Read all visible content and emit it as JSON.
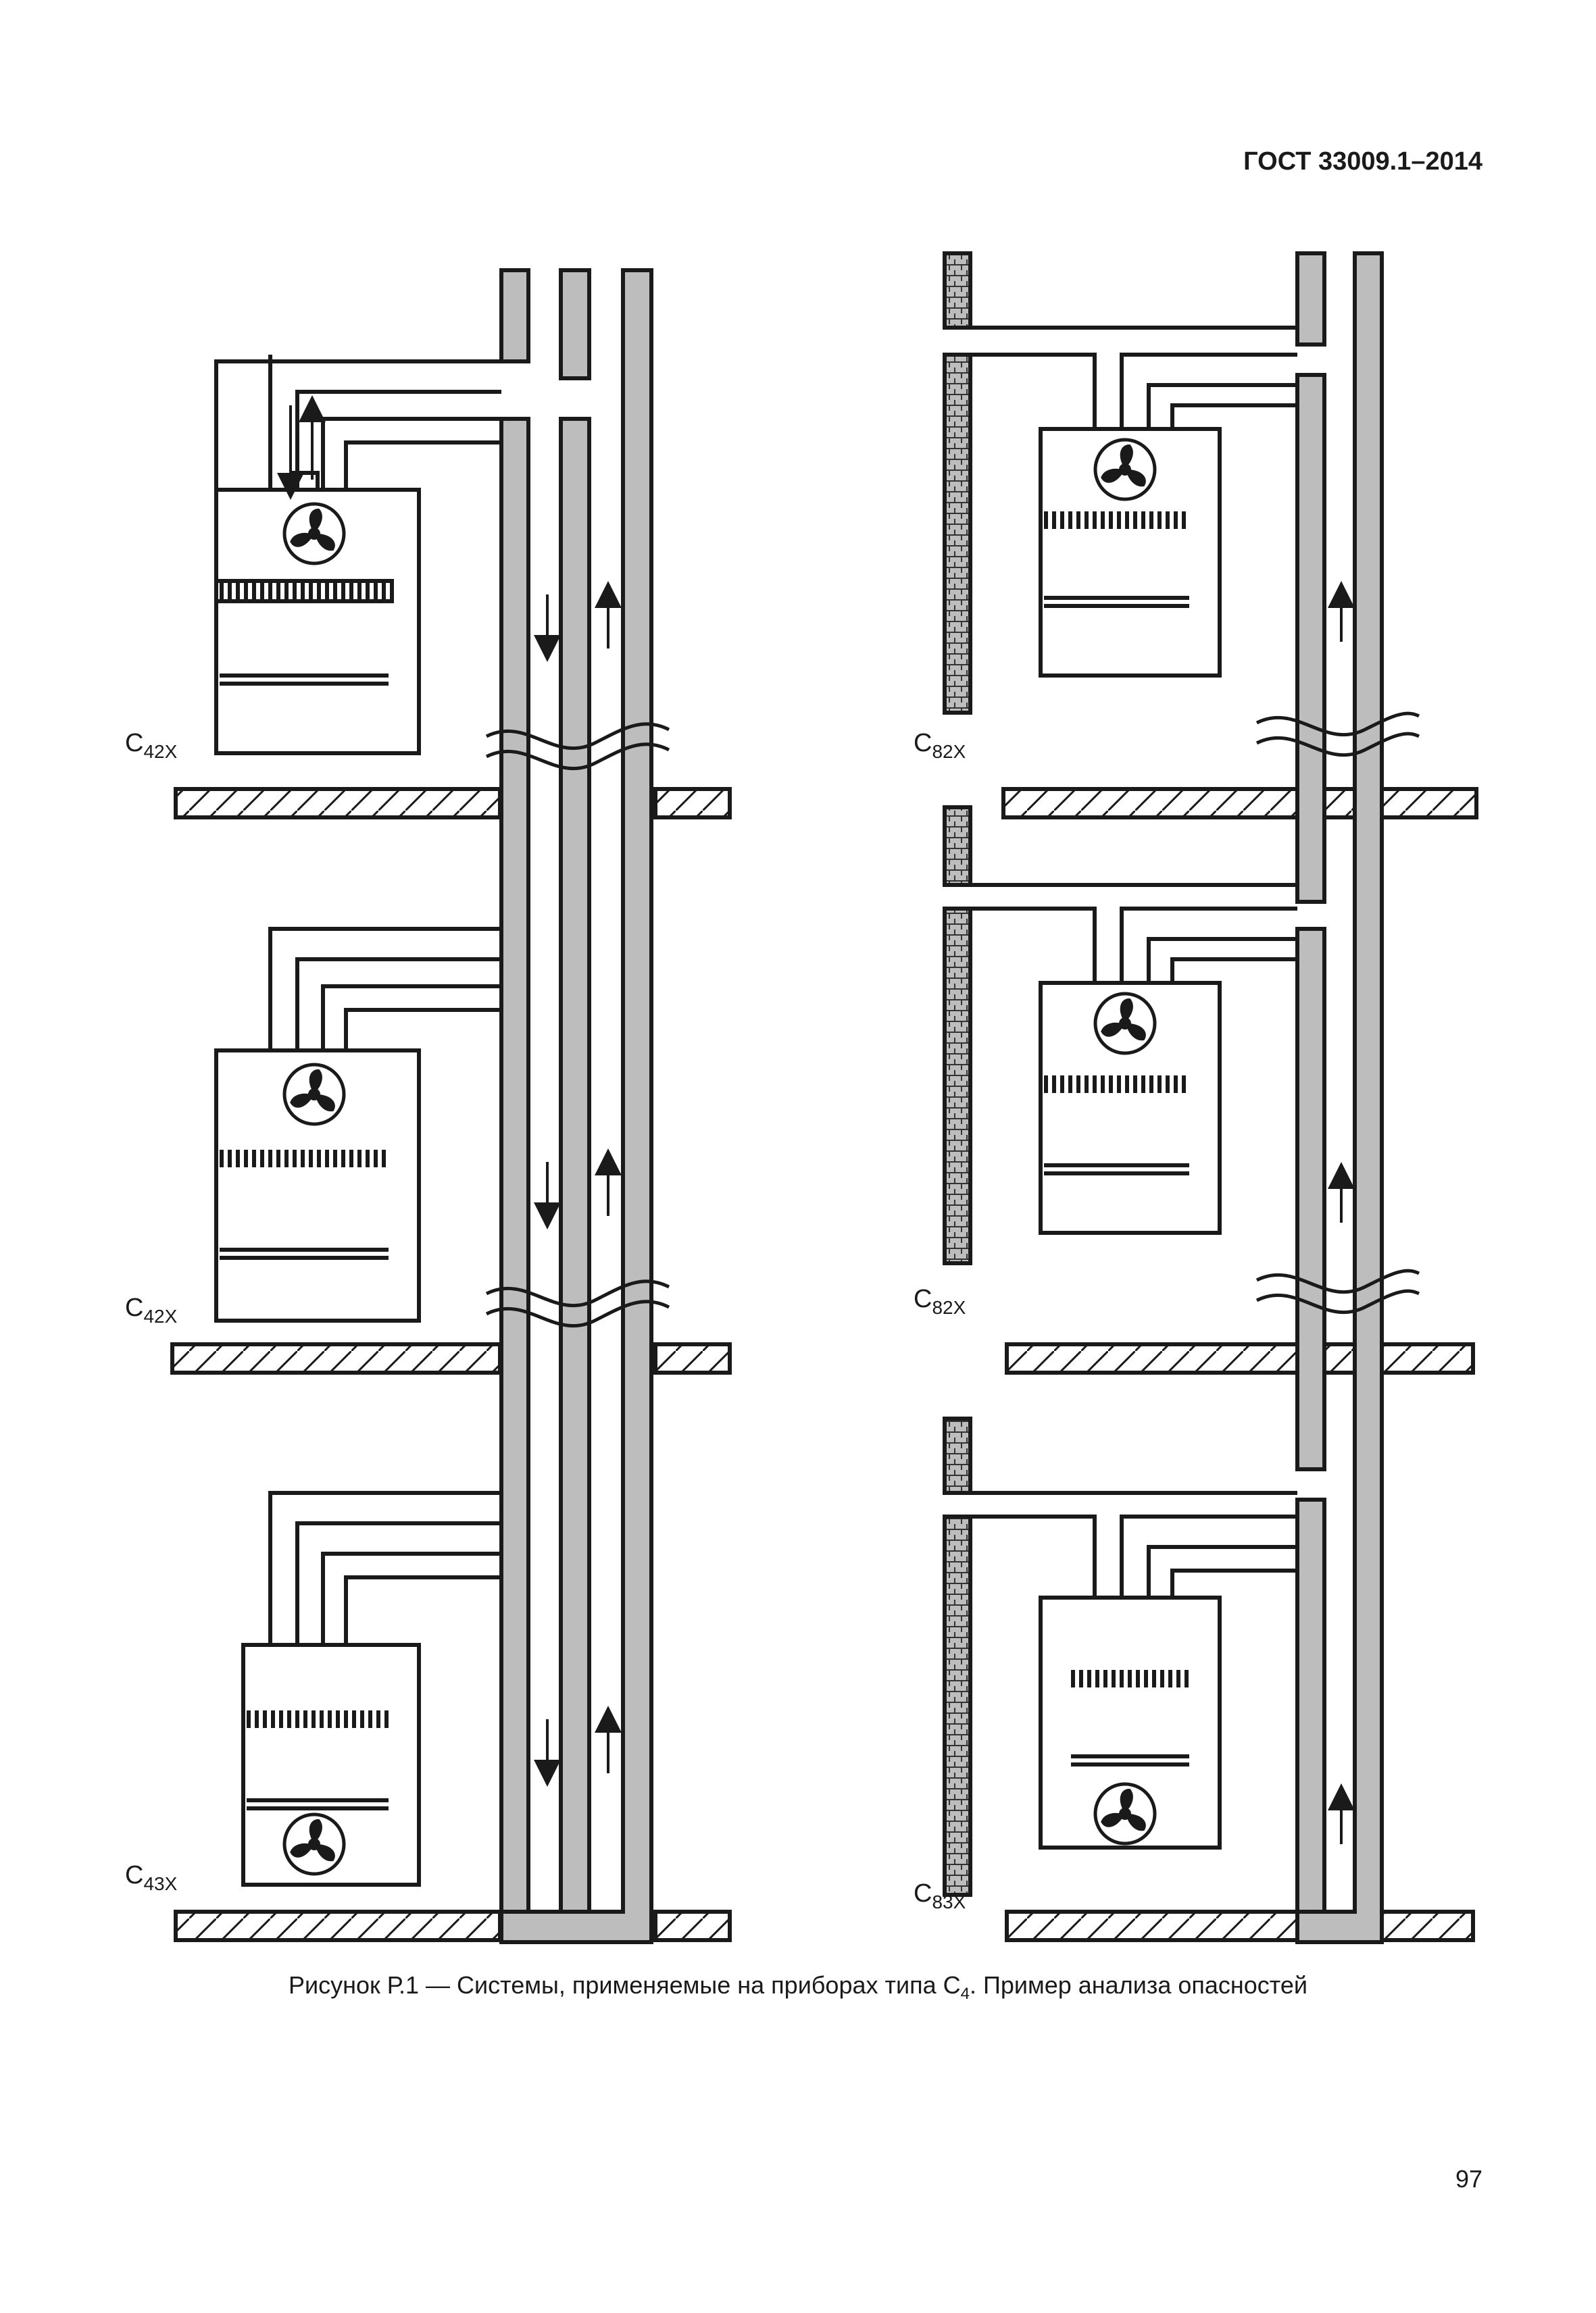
{
  "header": {
    "standard": "ГОСТ 33009.1–2014"
  },
  "figure": {
    "labels": [
      {
        "main": "C",
        "sub": "42X"
      },
      {
        "main": "C",
        "sub": "42X"
      },
      {
        "main": "C",
        "sub": "43X"
      },
      {
        "main": "C",
        "sub": "82X"
      },
      {
        "main": "C",
        "sub": "82X"
      },
      {
        "main": "C",
        "sub": "83X"
      }
    ]
  },
  "caption": {
    "before": "Рисунок Р.1 — Системы, применяемые на приборах типа С",
    "sub": "4",
    "after": ". Пример анализа опасностей"
  },
  "page": {
    "number": "97"
  }
}
